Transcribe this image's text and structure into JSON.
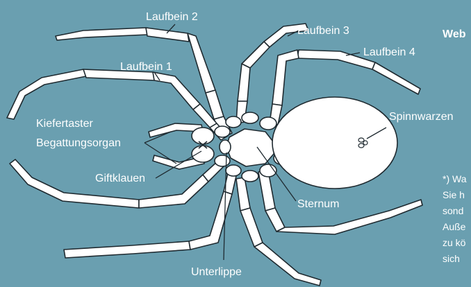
{
  "colors": {
    "background": "#6a9fb0",
    "body_fill": "#ffffff",
    "outline": "#1f2a30",
    "label_text": "#ffffff"
  },
  "heading": "Web",
  "labels": {
    "laufbein_1": "Laufbein 1",
    "laufbein_2": "Laufbein 2",
    "laufbein_3": "Laufbein 3",
    "laufbein_4": "Laufbein 4",
    "kiefertaster": "Kiefertaster",
    "begattungsorgan": "Begattungsorgan",
    "giftklauen": "Giftklauen",
    "unterlippe": "Unterlippe",
    "sternum": "Sternum",
    "spinnwarzen": "Spinnwarzen"
  },
  "note_lines": [
    "*) Wa",
    "Sie h",
    "sond",
    "Auße",
    "zu kö",
    "sich"
  ]
}
